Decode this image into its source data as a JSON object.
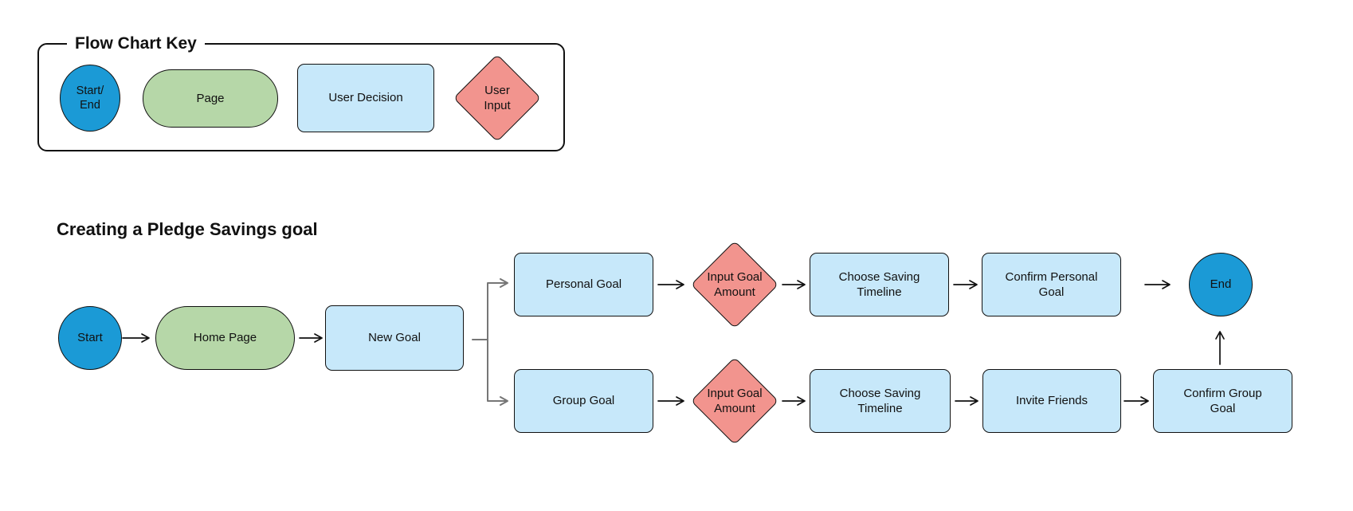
{
  "legend": {
    "title": "Flow Chart Key",
    "items": [
      {
        "name": "start-end",
        "shape": "circle",
        "label": "Start/\nEnd",
        "fill": "#1b9ad6"
      },
      {
        "name": "page",
        "shape": "pill",
        "label": "Page",
        "fill": "#b6d7a8"
      },
      {
        "name": "user-decision",
        "shape": "rectangle",
        "label": "User Decision",
        "fill": "#c7e8fa"
      },
      {
        "name": "user-input",
        "shape": "diamond",
        "label": "User Input",
        "fill": "#f2948e"
      }
    ]
  },
  "flow": {
    "title": "Creating a Pledge Savings goal",
    "nodes": {
      "start": {
        "type": "start-end",
        "label": "Start"
      },
      "home_page": {
        "type": "page",
        "label": "Home Page"
      },
      "new_goal": {
        "type": "user-decision",
        "label": "New Goal"
      },
      "personal_goal": {
        "type": "user-decision",
        "label": "Personal Goal"
      },
      "input_goal_amount_1": {
        "type": "user-input",
        "label": "Input Goal Amount"
      },
      "choose_saving_timeline_1": {
        "type": "user-decision",
        "label": "Choose Saving Timeline"
      },
      "confirm_personal_goal": {
        "type": "user-decision",
        "label": "Confirm Personal Goal"
      },
      "end": {
        "type": "start-end",
        "label": "End"
      },
      "group_goal": {
        "type": "user-decision",
        "label": "Group Goal"
      },
      "input_goal_amount_2": {
        "type": "user-input",
        "label": "Input Goal Amount"
      },
      "choose_saving_timeline_2": {
        "type": "user-decision",
        "label": "Choose Saving Timeline"
      },
      "invite_friends": {
        "type": "user-decision",
        "label": "Invite Friends"
      },
      "confirm_group_goal": {
        "type": "user-decision",
        "label": "Confirm Group Goal"
      }
    },
    "edges": [
      {
        "from": "start",
        "to": "home_page"
      },
      {
        "from": "home_page",
        "to": "new_goal"
      },
      {
        "from": "new_goal",
        "to": "personal_goal"
      },
      {
        "from": "new_goal",
        "to": "group_goal"
      },
      {
        "from": "personal_goal",
        "to": "input_goal_amount_1"
      },
      {
        "from": "input_goal_amount_1",
        "to": "choose_saving_timeline_1"
      },
      {
        "from": "choose_saving_timeline_1",
        "to": "confirm_personal_goal"
      },
      {
        "from": "confirm_personal_goal",
        "to": "end"
      },
      {
        "from": "group_goal",
        "to": "input_goal_amount_2"
      },
      {
        "from": "input_goal_amount_2",
        "to": "choose_saving_timeline_2"
      },
      {
        "from": "choose_saving_timeline_2",
        "to": "invite_friends"
      },
      {
        "from": "invite_friends",
        "to": "confirm_group_goal"
      },
      {
        "from": "confirm_group_goal",
        "to": "end"
      }
    ],
    "colors": {
      "start_end_fill": "#1b9ad6",
      "page_fill": "#b6d7a8",
      "decision_fill": "#c7e8fa",
      "input_fill": "#f2948e",
      "shape_border": "#111111",
      "arrow": "#111111",
      "branch_arrow": "#767676"
    }
  }
}
